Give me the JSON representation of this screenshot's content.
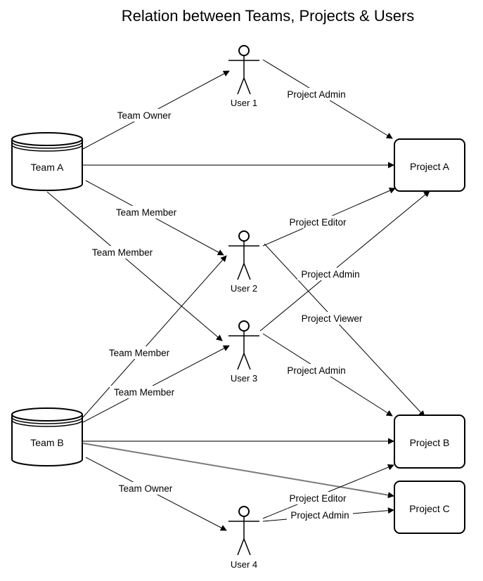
{
  "title": "Relation between Teams, Projects & Users",
  "teams": {
    "a": "Team  A",
    "b": "Team B"
  },
  "projects": {
    "a": "Project A",
    "b": "Project B",
    "c": "Project C"
  },
  "users": {
    "u1": "User 1",
    "u2": "User 2",
    "u3": "User 3",
    "u4": "User 4"
  },
  "edge_labels": {
    "team_a_owner_user1": "Team Owner",
    "team_a_member_user2": "Team Member",
    "team_a_member_user3": "Team Member",
    "team_b_member_user2": "Team Member",
    "team_b_member_user3": "Team Member",
    "team_b_owner_user4": "Team Owner",
    "user1_admin_project_a": "Project Admin",
    "user2_editor_project_a": "Project Editor",
    "user3_admin_project_a": "Project Admin",
    "user2_viewer_project_b": "Project Viewer",
    "user3_admin_project_b": "Project Admin",
    "user4_editor_project_b": "Project Editor",
    "user4_admin_project_c": "Project Admin"
  }
}
